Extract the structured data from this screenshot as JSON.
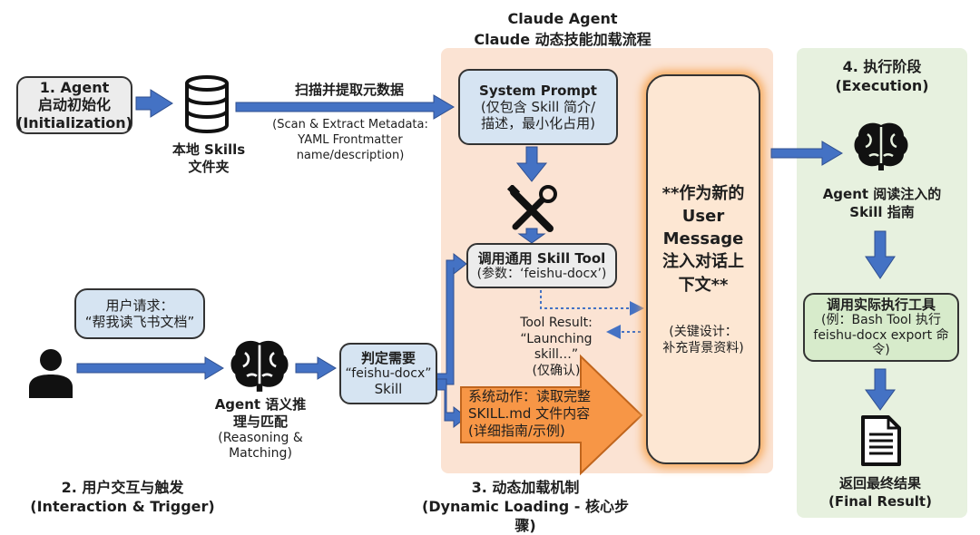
{
  "header": {
    "line1": "Claude Agent",
    "line2": "Claude 动态技能加载流程"
  },
  "step1": {
    "line1": "1. Agent",
    "line2": "启动初始化",
    "line3": "(Initialization)"
  },
  "local_skills": {
    "line1": "本地 Skills",
    "line2": "文件夹"
  },
  "scan": {
    "title": "扫描并提取元数据",
    "line1": "(Scan & Extract Metadata:",
    "line2": "YAML Frontmatter",
    "line3": "name/description)"
  },
  "system_prompt": {
    "title": "System Prompt",
    "line1": "(仅包含 Skill 简介/",
    "line2": "描述，最小化占用)"
  },
  "skill_tool": {
    "title": "调用通用 Skill Tool",
    "param": "(参数：‘feishu-docx’)"
  },
  "tool_result": {
    "line1": "Tool Result:",
    "line2": "“Launching skill…”",
    "line3": "(仅确认)"
  },
  "user_message": {
    "line1": "**作为新的",
    "line2": "User",
    "line3": "Message",
    "line4": "注入对话上",
    "line5": "下文**",
    "note1": "(关键设计：",
    "note2": "补充背景资料)"
  },
  "step4": {
    "line1": "4. 执行阶段",
    "line2": "(Execution)"
  },
  "agent_read": {
    "line1": "Agent 阅读注入的",
    "line2": "Skill 指南"
  },
  "exec_tool": {
    "title": "调用实际执行工具",
    "line1": "(例：Bash Tool 执行",
    "line2": "feishu-docx export 命令)"
  },
  "final": {
    "line1": "返回最终结果",
    "line2": "(Final Result)"
  },
  "user_request": {
    "line1": "用户请求：",
    "line2": "“帮我读飞书文档”"
  },
  "agent_reason": {
    "line1": "Agent 语义推",
    "line2": "理与匹配",
    "line3": "(Reasoning &",
    "line4": "Matching)"
  },
  "judge": {
    "line1": "判定需要",
    "line2": "“feishu-docx”",
    "line3": "Skill"
  },
  "system_action": {
    "line1": "系统动作：读取完整",
    "line2": "SKILL.md 文件内容",
    "line3": "(详细指南/示例)"
  },
  "step2": {
    "line1": "2. 用户交互与触发",
    "line2": "(Interaction & Trigger)"
  },
  "step3": {
    "line1": "3. 动态加载机制",
    "line2": "(Dynamic Loading - 核心步骤)"
  },
  "colors": {
    "arrow": "#4472c4",
    "claude_panel": "#fbe3d3",
    "exec_panel": "#e7f1df",
    "orange": "#f79646",
    "blue_box": "#d6e4f2",
    "green_box": "#d7ebcb"
  },
  "icons": [
    "database-icon",
    "tools-icon",
    "brain-icon",
    "user-icon",
    "document-icon"
  ]
}
